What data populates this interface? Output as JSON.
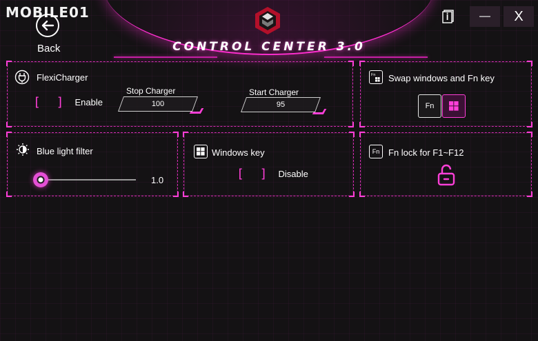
{
  "watermark": "MOBILE01",
  "header": {
    "back_label": "Back",
    "app_title": "CONTROL CENTER 3.0"
  },
  "window_controls": {
    "info_icon": "info-icon",
    "minimize_label": "—",
    "close_label": "X"
  },
  "flexicharger": {
    "title": "FlexiCharger",
    "enable_label": "Enable",
    "enable_checked": false,
    "stop_charger_label": "Stop Charger",
    "stop_charger_value": "100",
    "start_charger_label": "Start Charger",
    "start_charger_value": "95"
  },
  "swap_windows_fn": {
    "title": "Swap windows and Fn key",
    "fn_key_label": "Fn",
    "windows_key_icon": "windows-icon",
    "selected": "windows"
  },
  "blue_light_filter": {
    "title": "Blue light filter",
    "value": "1.0",
    "level": 0.0
  },
  "windows_key": {
    "title": "Windows key",
    "disable_label": "Disable",
    "disable_checked": false
  },
  "fn_lock": {
    "title": "Fn lock for F1~F12",
    "icon_label": "Fn",
    "lock_icon": "unlock-icon",
    "locked": false
  },
  "colors": {
    "accent": "#ff3fd8",
    "panel_border": "#d12cb0",
    "background": "#141214"
  }
}
